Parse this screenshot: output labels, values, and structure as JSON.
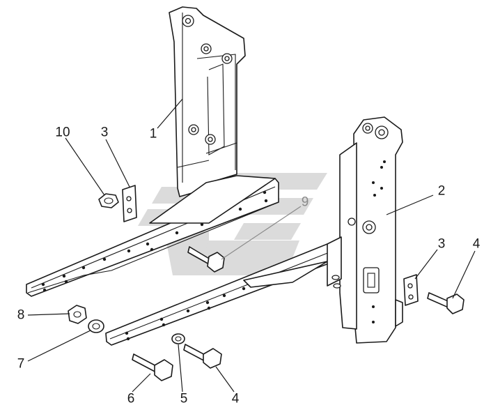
{
  "diagram": {
    "colors": {
      "ink": "#1a1a1a",
      "watermark": "#c8c8c8",
      "callout_grey": "#8a8a8a"
    },
    "callouts": [
      {
        "id": "1",
        "text": "1"
      },
      {
        "id": "2",
        "text": "2"
      },
      {
        "id": "3a",
        "text": "3"
      },
      {
        "id": "3b",
        "text": "3"
      },
      {
        "id": "4a",
        "text": "4"
      },
      {
        "id": "4b",
        "text": "4"
      },
      {
        "id": "5",
        "text": "5"
      },
      {
        "id": "6",
        "text": "6"
      },
      {
        "id": "7",
        "text": "7"
      },
      {
        "id": "8",
        "text": "8"
      },
      {
        "id": "9",
        "text": "9"
      },
      {
        "id": "10",
        "text": "10"
      }
    ]
  }
}
